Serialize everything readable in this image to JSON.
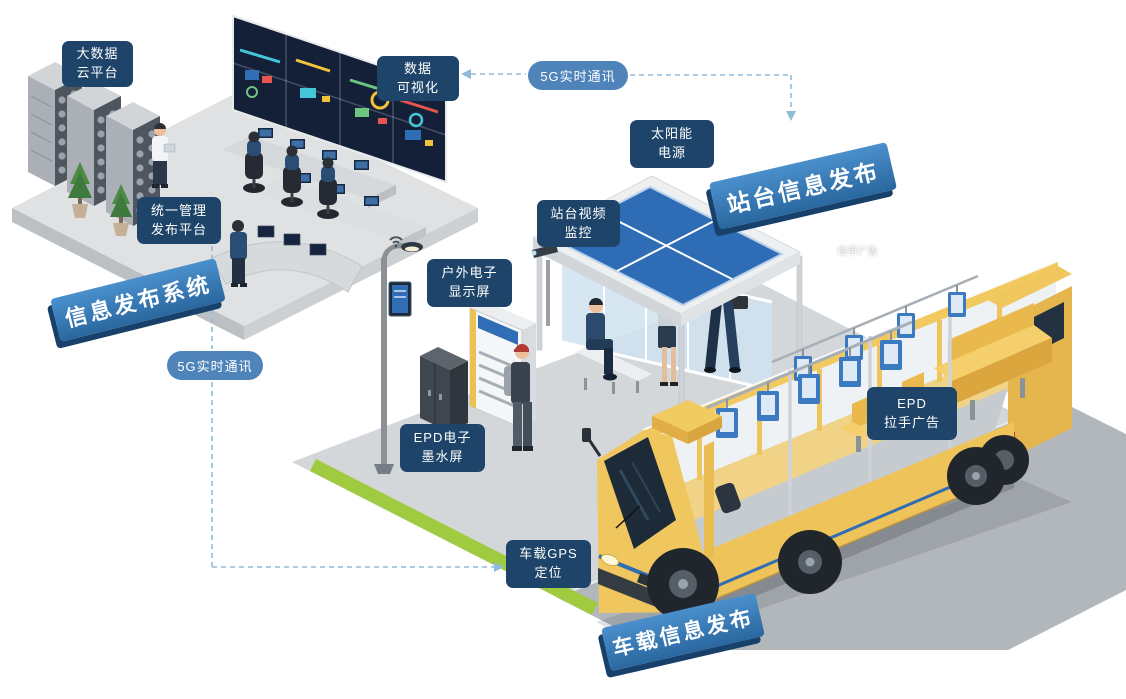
{
  "callouts": {
    "big_data_cloud": "大数据\n云平台",
    "data_visualization": "数据\n可视化",
    "unified_platform": "统一管理\n发布平台",
    "solar_power": "太阳能\n电源",
    "station_video_monitor": "站台视频\n监控",
    "outdoor_display": "户外电子\n显示屏",
    "epd_ink_screen": "EPD电子\n墨水屏",
    "vehicle_gps": "车载GPS\n定位",
    "epd_handle_ad": "EPD\n拉手广告"
  },
  "pills": {
    "comm_5g_top": "5G实时通讯",
    "comm_5g_left": "5G实时通讯"
  },
  "banners": {
    "info_publish_system": "信息发布系统",
    "station_info_publish": "站台信息发布",
    "vehicle_info_publish": "车载信息发布"
  },
  "annotations": {
    "bus_handle_ad": "拉手广告"
  },
  "colors": {
    "callout_bg": "#1e4569",
    "pill_bg": "#4e84ba",
    "banner_top": "#4a90cd",
    "banner_bottom": "#2a679f",
    "banner_extrude": "#17406a",
    "bus_yellow": "#f0c75e",
    "solar_blue": "#2e6cb5",
    "screen_wall_navy": "#141f38",
    "epd_frame_blue": "#3b79c0",
    "grass_green": "#a0cb40",
    "connector_blue": "#8fbcd9",
    "road_gray": "#b2b7bc",
    "sidewalk_gray": "#d4d7da"
  }
}
